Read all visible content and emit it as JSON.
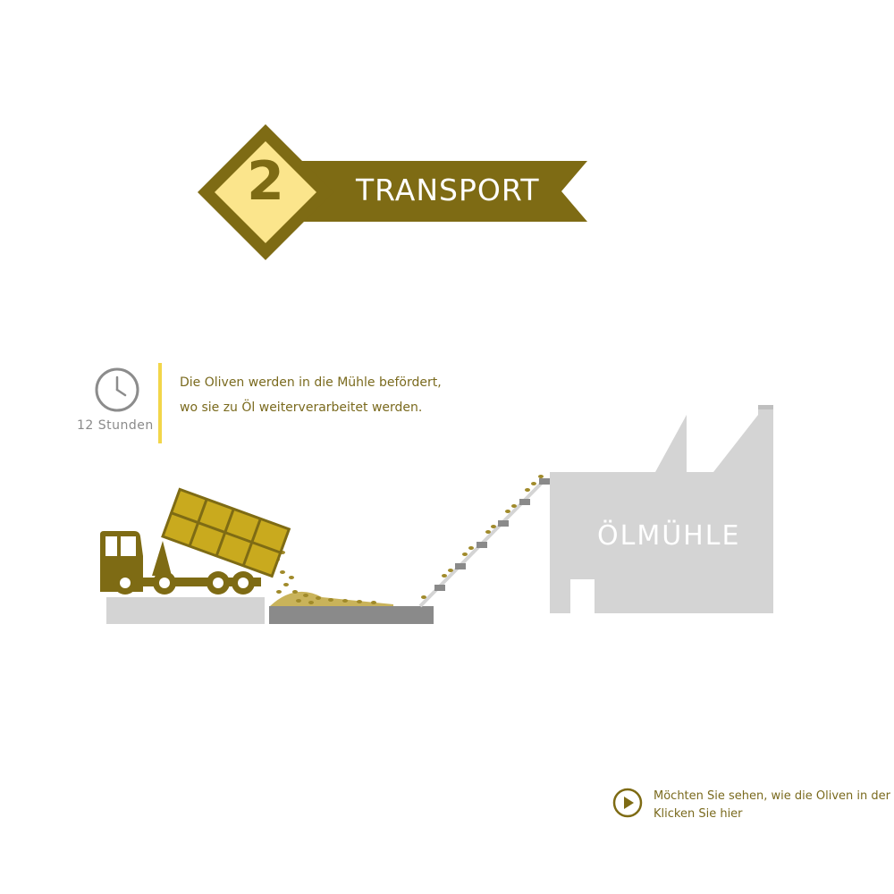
{
  "header": {
    "step_number": "2",
    "title": "TRANSPORT"
  },
  "info": {
    "duration": "12 Stunden",
    "description_line1": "Die Oliven werden in die Mühle befördert,",
    "description_line2": "wo sie zu Öl weiterverarbeitet werden."
  },
  "illustration": {
    "factory_label": "ÖLMÜHLE"
  },
  "video": {
    "line1": "Möchten Sie sehen, wie die Oliven in der Mühle",
    "line2": "Klicken Sie hier"
  },
  "colors": {
    "olive": "#7e6b14",
    "light_yellow": "#fbe58c",
    "accent_yellow": "#f2d64a",
    "grey": "#cfcfcf",
    "dark_grey": "#8c8c8c"
  },
  "icons": [
    "clock-icon",
    "play-icon",
    "truck-icon",
    "factory-icon",
    "conveyor-icon"
  ]
}
